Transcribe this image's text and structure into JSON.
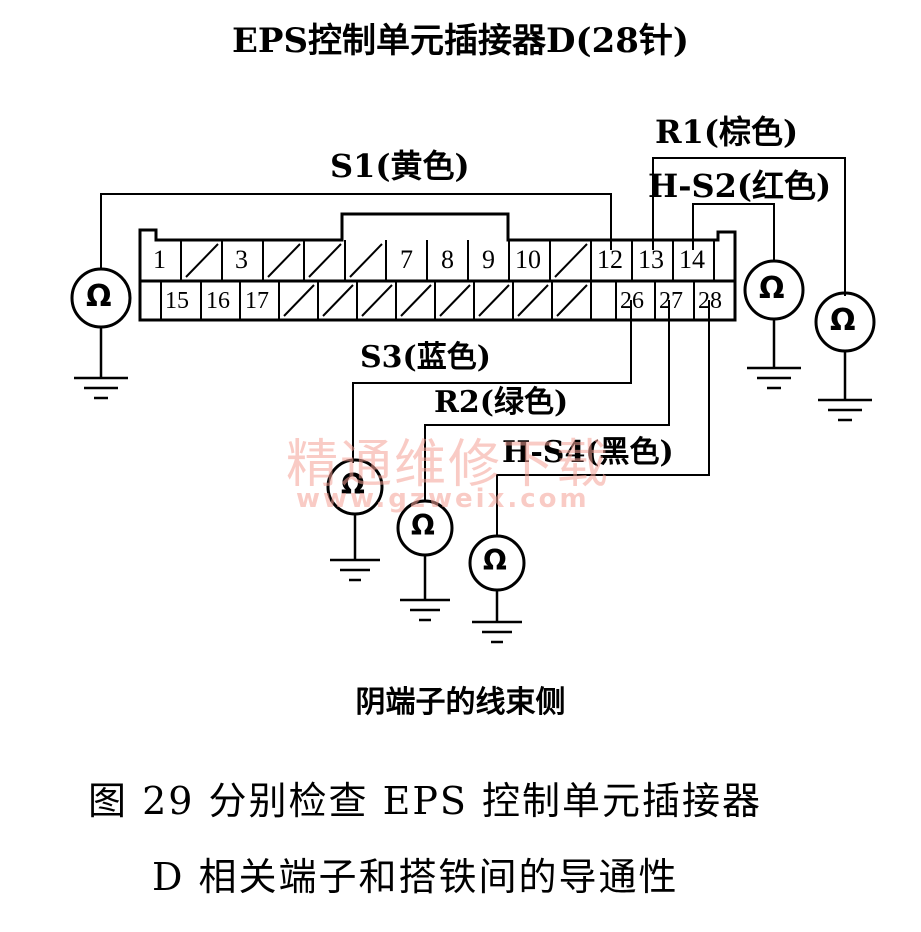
{
  "title": "EPS控制单元插接器D(28针)",
  "pins": {
    "p1": "1",
    "p3": "3",
    "p7": "7",
    "p8": "8",
    "p9": "9",
    "p10": "10",
    "p12": "12",
    "p13": "13",
    "p14": "14",
    "p15": "15",
    "p16": "16",
    "p17": "17",
    "p26": "26",
    "p27": "27",
    "p28": "28"
  },
  "wires": {
    "s1": "S1(黄色)",
    "r1": "R1(棕色)",
    "hs2": "H-S2(红色)",
    "s3": "S3(蓝色)",
    "r2": "R2(绿色)",
    "hs4": "H-S4(黑色)"
  },
  "ohm_symbol": "Ω",
  "watermark": {
    "name": "精通维修下载",
    "url": "www.gzweix.com"
  },
  "side_label": "阴端子的线束侧",
  "caption": {
    "line1": "图 29   分别检查 EPS 控制单元插接器",
    "line2": "D 相关端子和搭铁间的导通性"
  }
}
